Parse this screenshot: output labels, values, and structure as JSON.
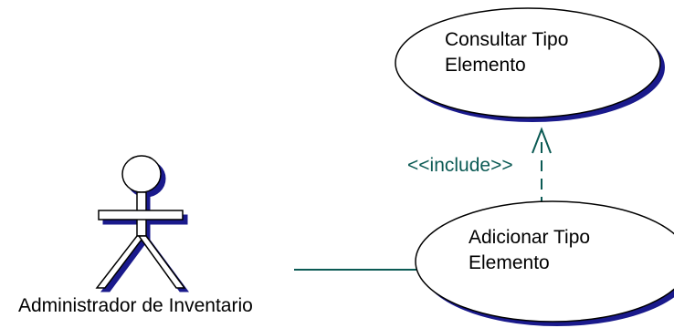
{
  "diagram": {
    "actor": {
      "name": "Administrador de Inventario",
      "icon": "stick-figure-actor-icon"
    },
    "use_cases": [
      {
        "id": "uc-consultar",
        "label": "Consultar Tipo\nElemento"
      },
      {
        "id": "uc-adicionar",
        "label": "Adicionar Tipo\nElemento"
      }
    ],
    "relationships": [
      {
        "type": "association",
        "from": "actor",
        "to": "uc-adicionar"
      },
      {
        "type": "include",
        "stereotype": "<<include>>",
        "from": "uc-adicionar",
        "to": "uc-consultar"
      }
    ],
    "colors": {
      "shape_fill": "#ffffff",
      "shape_stroke": "#000000",
      "shadow": "#1a1a8c",
      "connector": "#0b5a54"
    }
  }
}
